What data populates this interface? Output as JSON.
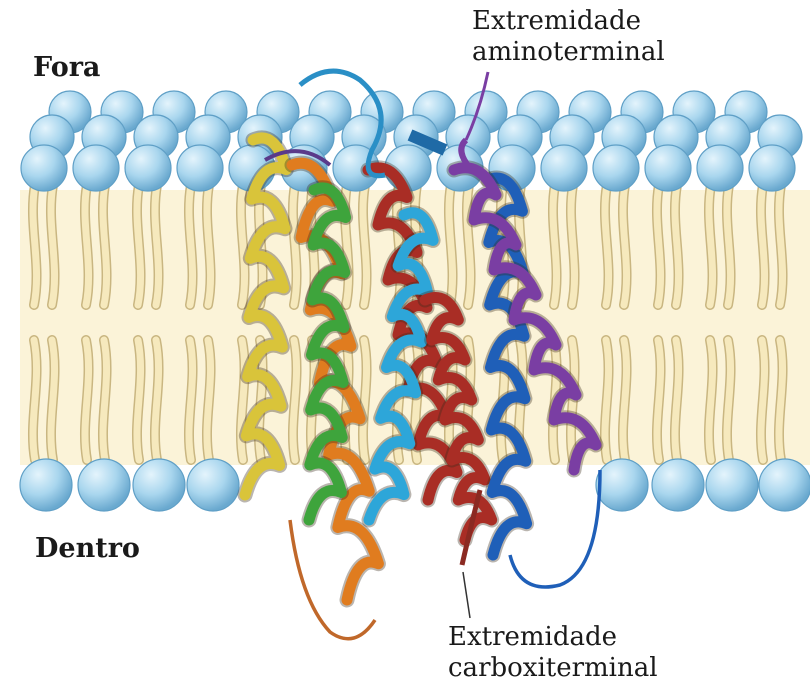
{
  "labels": {
    "outside": "Fora",
    "inside": "Dentro",
    "amino_line1": "Extremidade",
    "amino_line2": "aminoterminal",
    "carboxy_line1": "Extremidade",
    "carboxy_line2": "carboxiterminal"
  },
  "colors": {
    "head": "#a9d6ee",
    "head_edge": "#5f9fc6",
    "tail": "#f6e9bd",
    "tail_edge": "#c9b681",
    "yellow": "#d9c43a",
    "orange": "#e07c1f",
    "green": "#3ea43c",
    "red": "#a92d25",
    "cyan": "#2da6d9",
    "blue": "#1f5fb8",
    "purple": "#7a3ea3"
  },
  "helices": [
    {
      "color": "yellow"
    },
    {
      "color": "orange"
    },
    {
      "color": "green"
    },
    {
      "color": "red"
    },
    {
      "color": "cyan"
    },
    {
      "color": "red"
    },
    {
      "color": "blue"
    },
    {
      "color": "purple"
    }
  ]
}
